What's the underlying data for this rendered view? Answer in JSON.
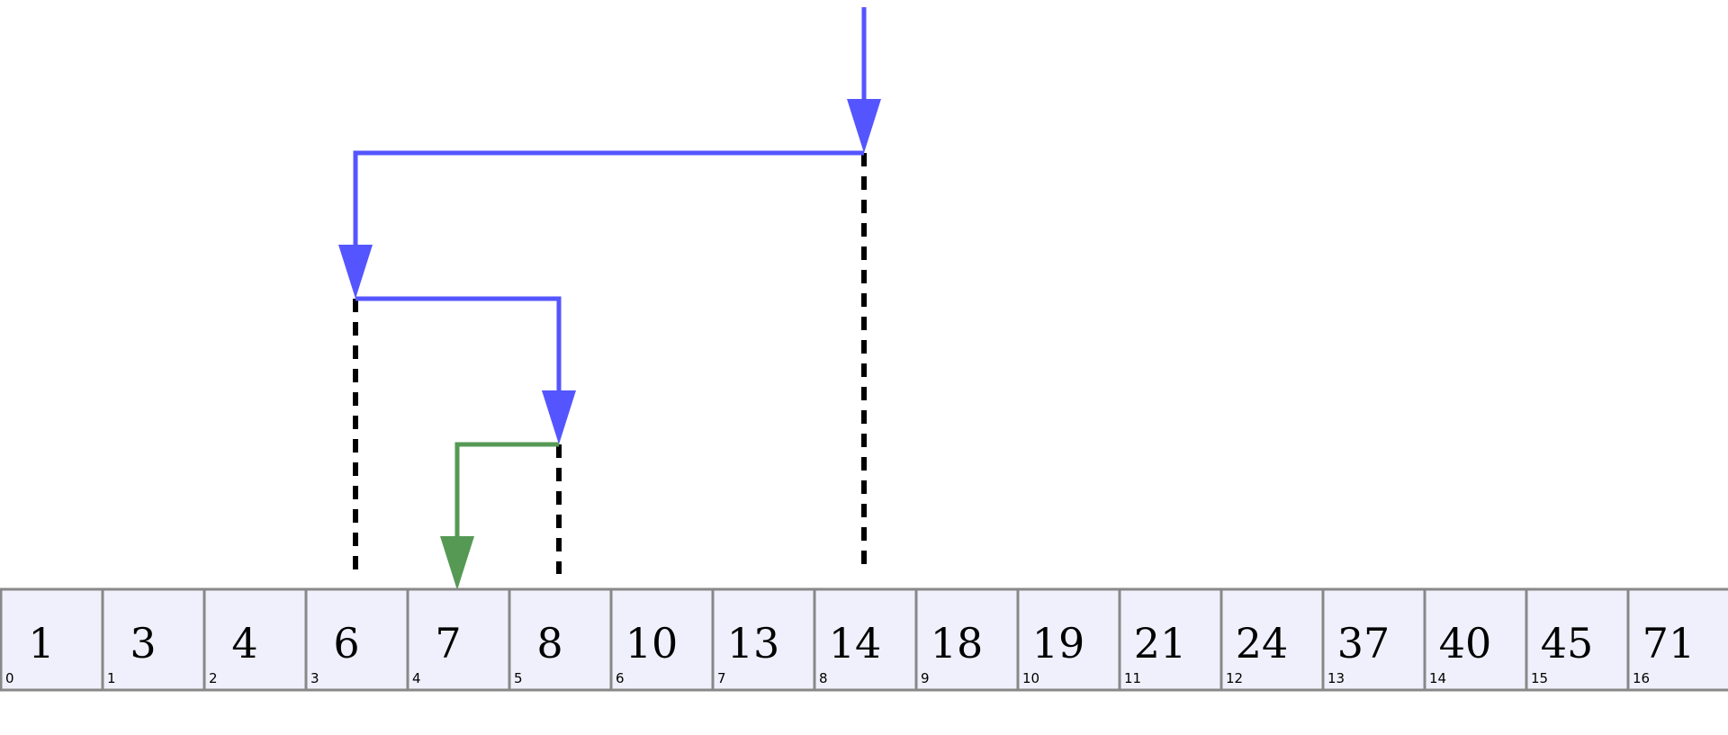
{
  "colors": {
    "search_arrow": "#5555ff",
    "found_arrow": "#559955",
    "probe_line": "#000000",
    "cell_fill": "#f0f0fc",
    "cell_border": "#888888"
  },
  "cells": [
    {
      "value": "1",
      "index": "0"
    },
    {
      "value": "3",
      "index": "1"
    },
    {
      "value": "4",
      "index": "2"
    },
    {
      "value": "6",
      "index": "3"
    },
    {
      "value": "7",
      "index": "4"
    },
    {
      "value": "8",
      "index": "5"
    },
    {
      "value": "10",
      "index": "6"
    },
    {
      "value": "13",
      "index": "7"
    },
    {
      "value": "14",
      "index": "8"
    },
    {
      "value": "18",
      "index": "9"
    },
    {
      "value": "19",
      "index": "10"
    },
    {
      "value": "21",
      "index": "11"
    },
    {
      "value": "24",
      "index": "12"
    },
    {
      "value": "37",
      "index": "13"
    },
    {
      "value": "40",
      "index": "14"
    },
    {
      "value": "45",
      "index": "15"
    },
    {
      "value": "71",
      "index": "16"
    }
  ],
  "search_steps": [
    {
      "step": 1,
      "probe_index": 8,
      "probe_value": "14",
      "role": "midpoint"
    },
    {
      "step": 2,
      "probe_index": 3,
      "probe_value": "6",
      "role": "midpoint"
    },
    {
      "step": 3,
      "probe_index": 5,
      "probe_value": "8",
      "role": "midpoint"
    },
    {
      "step": 4,
      "probe_index": 4,
      "probe_value": "7",
      "role": "found"
    }
  ]
}
